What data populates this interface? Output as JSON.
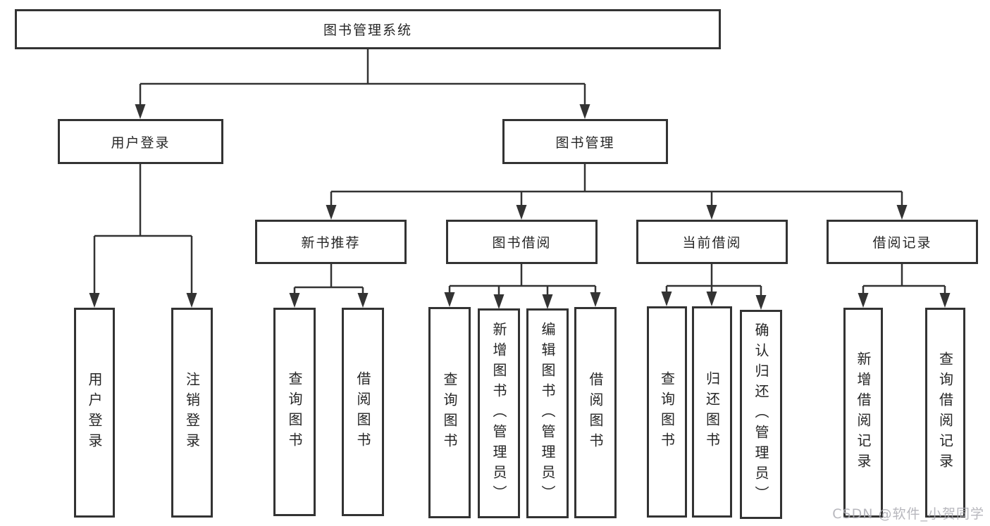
{
  "tree": {
    "label": "图书管理系统",
    "children": [
      {
        "label": "用户登录",
        "children": [
          {
            "label": "用户登录"
          },
          {
            "label": "注销登录"
          }
        ]
      },
      {
        "label": "图书管理",
        "children": [
          {
            "label": "新书推荐",
            "children": [
              {
                "label": "查询图书"
              },
              {
                "label": "借阅图书"
              }
            ]
          },
          {
            "label": "图书借阅",
            "children": [
              {
                "label": "查询图书"
              },
              {
                "label": "新增图书（管理员）"
              },
              {
                "label": "编辑图书（管理员）"
              },
              {
                "label": "借阅图书"
              }
            ]
          },
          {
            "label": "当前借阅",
            "children": [
              {
                "label": "查询图书"
              },
              {
                "label": "归还图书"
              },
              {
                "label": "确认归还（管理员）"
              }
            ]
          },
          {
            "label": "借阅记录",
            "children": [
              {
                "label": "新增借阅记录"
              },
              {
                "label": "查询借阅记录"
              }
            ]
          }
        ]
      }
    ]
  },
  "watermark": {
    "text": "CSDN @软件_小贺同学"
  },
  "colors": {
    "line": "#333333",
    "text": "#262626",
    "background": "#ffffff",
    "watermark": "#aaaab2"
  }
}
